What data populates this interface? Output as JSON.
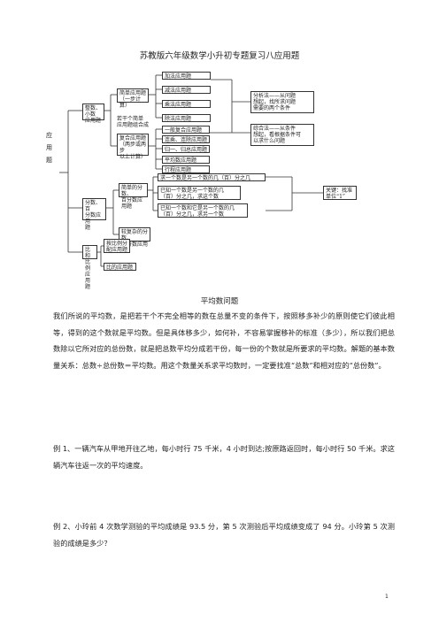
{
  "title": "苏教版六年级数学小升初专题复习八应用题",
  "diagram": {
    "root": "应\n\n用\n\n题",
    "g1": "整数、小数\n应用题",
    "simple": "简单应用题\n（一步计算）",
    "combo_note": "若干个简单\n应用题组合成",
    "compound": "复合应用题\n（两步或两步\n以上计算）",
    "simple_items": [
      "加法应用题",
      "减法应用题",
      "乘法应用题",
      "除法应用题"
    ],
    "compound_items": [
      "一般复合应用题",
      "连乘、连除应用题",
      "归一、归总应用题",
      "平均数应用题",
      "行程应用题"
    ],
    "analysis": "分析法——从问题\n想起，找所求问题\n需要的两个条件",
    "synthesis": "综合法——从条件\n想起，看根据条件可\n以求什么问题",
    "g2": "分数、百\n分数应用\n题",
    "simple_frac": "简单的分数、\n百分数应用题",
    "frac_items": [
      "求一个数是另一个数的几（百）分之几",
      "已知一个数是另一个数的几\n（百）分之几，求这个数",
      "已知一个数和它是另一个数的几\n（百）分之几，求另一个数"
    ],
    "key": "关键：找准\n单位“1”",
    "complex_frac": "较复杂的分数、\n百分数应用题",
    "g3": "比和比例\n应用题",
    "ratio_items": [
      "按比例分\n配应用题",
      "比的应用题"
    ]
  },
  "section_title": "平均数问题",
  "paragraphs": [
    "我们所说的平均数，是把若干个不完全相等的数在总量不变的条件下，按照移多补少的原则使它们彼此相等，得到的这个数就是平均数。但是具体移多少，如何补，不容易掌握移补的标准（多少），所以我们把总数除以它所对应的总份数，就是把总数平均分成若干份，每一份的个数就是所要求的平均数。解题的基本数量关系：总数÷总份数＝平均数。用这个数量关系求平均数时，一定要找准“总数”和相对应的“总份数”。",
    "例 1、一辆汽车从甲地开往乙地，每小时行 75 千米，4 小时到达;按原路返回时，每小时行 50 千米。求这辆汽车往返一次的平均速度。",
    "例 2、小玲前 4 次数学测验的平均成绩是 93.5 分，第 5 次测验后平均成绩变成了 94 分。小玲第 5 次测验的成绩是多少？"
  ],
  "page_number": "1"
}
